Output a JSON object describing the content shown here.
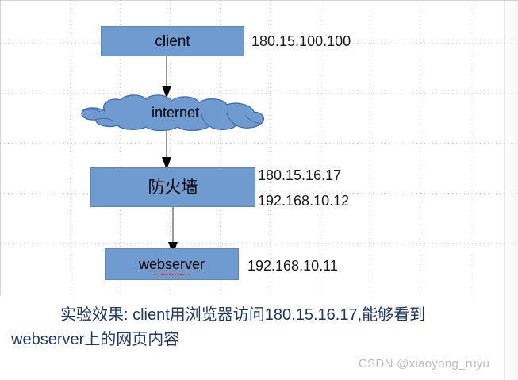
{
  "diagram": {
    "title": "Firewall network topology",
    "colors": {
      "node_fill": "#6f9bd1",
      "node_stroke": "#5b86bd",
      "connector": "#7f7f7f",
      "caption_text": "#1f3864",
      "watermark_text": "#bdbdbd"
    },
    "nodes": [
      {
        "id": "client",
        "label": "client",
        "shape": "rectangle",
        "ip": "180.15.100.100"
      },
      {
        "id": "internet",
        "label": "internet",
        "shape": "cloud",
        "ip": ""
      },
      {
        "id": "firewall",
        "label": "防火墙",
        "shape": "rectangle",
        "ip": "180.15.16.17"
      },
      {
        "id": "webserver",
        "label": "webserver",
        "shape": "rectangle",
        "ip": "192.168.10.11"
      }
    ],
    "ip_labels": {
      "client": "180.15.100.100",
      "firewall_outside": "180.15.16.17",
      "firewall_inside": "192.168.10.12",
      "webserver": "192.168.10.11"
    },
    "connectors": [
      {
        "from": "client",
        "to": "internet",
        "arrow": "down"
      },
      {
        "from": "internet",
        "to": "firewall",
        "arrow": "down"
      },
      {
        "from": "firewall",
        "to": "webserver",
        "arrow": "down"
      }
    ]
  },
  "caption": {
    "text": "实验效果: client用浏览器访问180.15.16.17,能够看到webserver上的网页内容"
  },
  "watermark": {
    "text": "CSDN @xiaoyong_ruyu"
  }
}
